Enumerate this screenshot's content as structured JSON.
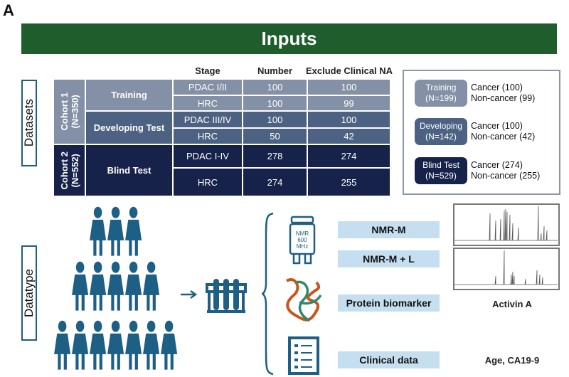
{
  "panel_letter": "A",
  "banner": {
    "title": "Inputs"
  },
  "labels": {
    "datasets": "Datasets",
    "datatype": "Datatype"
  },
  "table": {
    "headers": [
      "Stage",
      "Number",
      "Exclude Clinical NA"
    ],
    "cohorts": [
      {
        "name": "Cohort 1",
        "n": "(N=350)"
      },
      {
        "name": "Cohort 2",
        "n": "(N=552)"
      }
    ],
    "groups": [
      "Training",
      "Developing Test",
      "Blind Test"
    ],
    "rows": [
      {
        "stage": "PDAC I/II",
        "number": "100",
        "exclude": "100"
      },
      {
        "stage": "HRC",
        "number": "100",
        "exclude": "99"
      },
      {
        "stage": "PDAC III/IV",
        "number": "100",
        "exclude": "100"
      },
      {
        "stage": "HRC",
        "number": "50",
        "exclude": "42"
      },
      {
        "stage": "PDAC I-IV",
        "number": "278",
        "exclude": "274"
      },
      {
        "stage": "HRC",
        "number": "274",
        "exclude": "255"
      }
    ]
  },
  "summary": [
    {
      "name": "Training",
      "n": "(N=199)",
      "cancer": "Cancer (100)",
      "noncancer": "Non-cancer (99)"
    },
    {
      "name": "Developing",
      "n": "(N=142)",
      "cancer": "Cancer (100)",
      "noncancer": "Non-cancer (42)"
    },
    {
      "name": "Blind Test",
      "n": "(N=529)",
      "cancer": "Cancer (274)",
      "noncancer": "Non-cancer (255)"
    }
  ],
  "nmr_icon": {
    "line1": "NMR",
    "line2": "600",
    "line3": "MHz"
  },
  "datatypes": [
    {
      "label": "NMR-M"
    },
    {
      "label": "NMR-M + L"
    },
    {
      "label": "Protein biomarker",
      "note": "Activin A"
    },
    {
      "label": "Clinical data",
      "note": "Age, CA19-9"
    }
  ],
  "colors": {
    "banner": "#1f5e2c",
    "icon": "#1e5f86",
    "cohort1": "#8390a6",
    "developing": "#4d6282",
    "blind": "#16224a",
    "bar": "#c6dff0"
  }
}
